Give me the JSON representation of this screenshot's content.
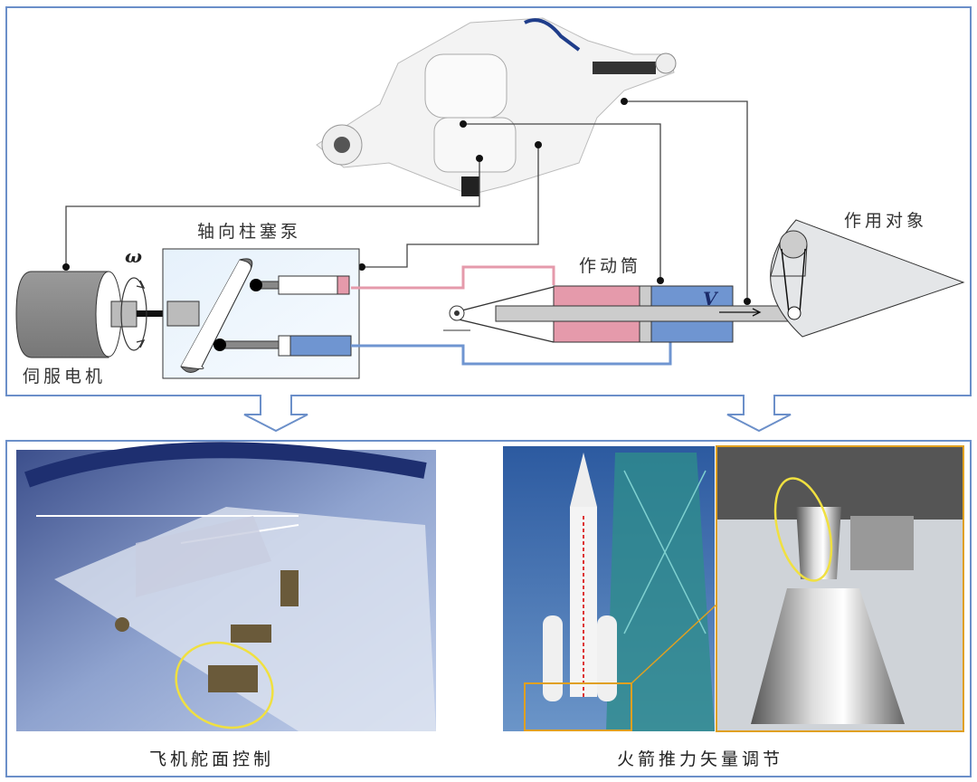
{
  "labels": {
    "pump": "轴向柱塞泵",
    "motor": "伺服电机",
    "actuator": "作动筒",
    "load": "作用对象",
    "omega": "ω",
    "velocity": "V"
  },
  "captions": {
    "aircraft": "飞机舵面控制",
    "rocket": "火箭推力矢量调节"
  },
  "colors": {
    "frame": "#6b8fc9",
    "pink_chamber": "#e59aab",
    "blue_chamber": "#6f95d1",
    "highlight": "#f0e040",
    "inset_border": "#e0a020"
  }
}
